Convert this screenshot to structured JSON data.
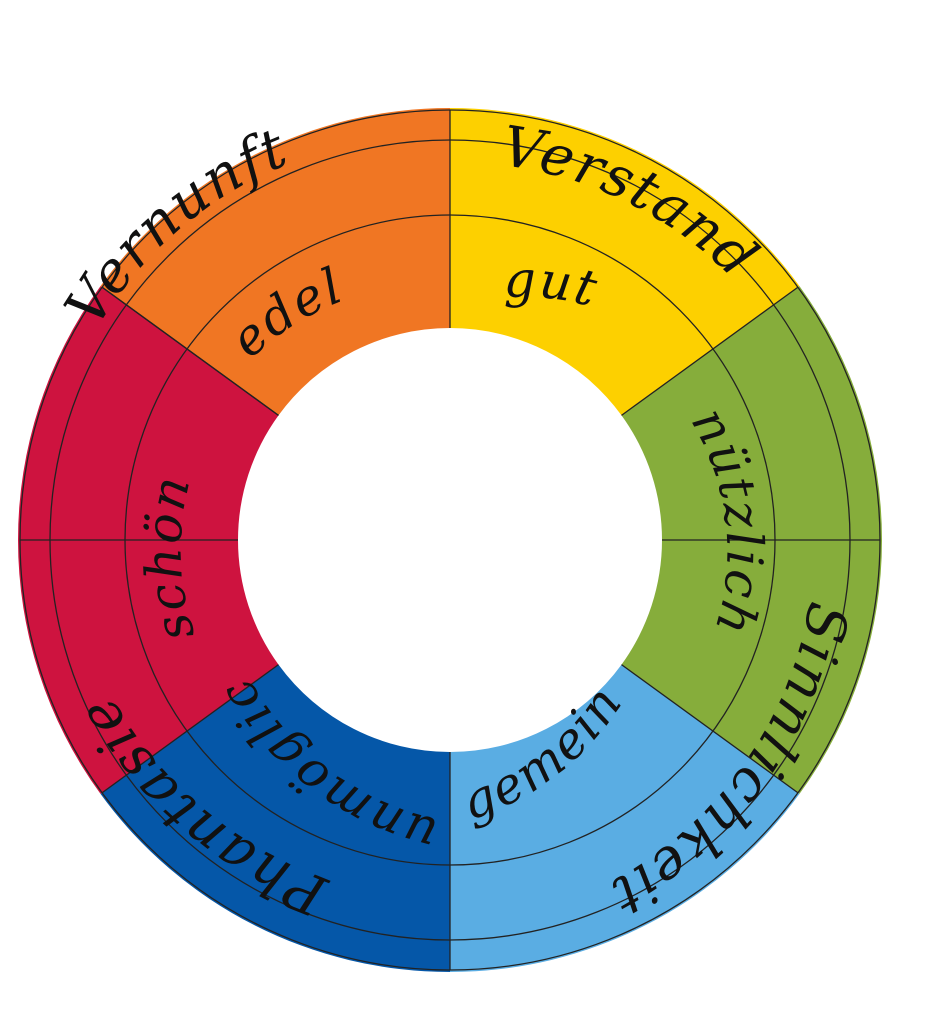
{
  "wheel": {
    "colors": {
      "orange": "#F07623",
      "yellow": "#FDD000",
      "green": "#86AD3B",
      "lightblue": "#5AADE3",
      "blue": "#0557A8",
      "red": "#CE133F",
      "line": "#222222"
    },
    "segments": [
      {
        "name": "orange",
        "color": "#F07623",
        "start_deg": -90,
        "end_deg": -36,
        "outer_label": "Vernunft",
        "inner_label": "edel",
        "outer_bind_path": "wheel.segments.0.outer_label",
        "inner_bind_path": "wheel.segments.0.inner_label"
      },
      {
        "name": "yellow",
        "color": "#FDD000",
        "start_deg": 0,
        "end_deg": 54,
        "outer_label": "Verstand",
        "inner_label": "gut"
      },
      {
        "name": "green",
        "color": "#86AD3B",
        "start_deg": 54,
        "end_deg": 126,
        "outer_label": "Sinnlichkeit",
        "inner_label": "nützlich"
      },
      {
        "name": "lightblue",
        "color": "#5AADE3",
        "start_deg": 126,
        "end_deg": 180,
        "outer_label": "Sinnlichkeit",
        "inner_label": "gemein"
      },
      {
        "name": "blue",
        "color": "#0557A8",
        "start_deg": 180,
        "end_deg": 234,
        "outer_label": "Phantasie",
        "inner_label": "unmöglich"
      },
      {
        "name": "red",
        "color": "#CE133F",
        "start_deg": 234,
        "end_deg": 306,
        "outer_label": "Phantasie",
        "inner_label": "schön"
      }
    ],
    "labels": {
      "vernunft": "Vernunft",
      "verstand": "Verstand",
      "sinnlichkeit": "Sinnlichkeit",
      "phantasie": "Phantasie",
      "edel": "edel",
      "gut": "gut",
      "nuetzlich": "nützlich",
      "gemein": "gemein",
      "unmoeglich": "unmöglich",
      "schoen": "schön"
    }
  }
}
